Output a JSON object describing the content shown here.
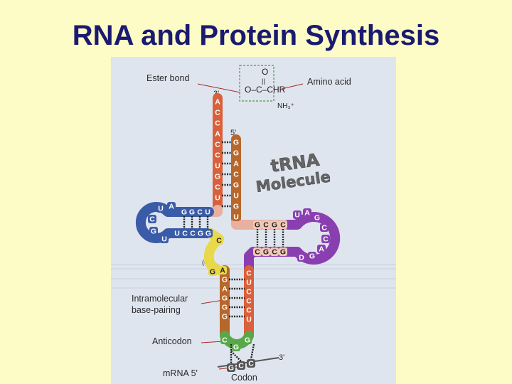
{
  "title": "RNA and Protein Synthesis",
  "figure": {
    "logo_line1": "tRNA",
    "logo_line2": "Molecule",
    "labels": {
      "ester_bond": "Ester bond",
      "amino_acid": "Amino acid",
      "intramolecular": "Intramolecular",
      "base_pairing": "base-pairing",
      "anticodon": "Anticodon",
      "mrna": "mRNA 5'",
      "codon": "Codon",
      "three_prime_top": "3'",
      "five_prime_top": "5'",
      "three_prime_mrna": "3'",
      "g_paren": "(G)"
    },
    "chemistry": {
      "carbonyl_o": "O",
      "double_bond": "||",
      "ester_chain": "O–C–CHR",
      "amine": "NH₃⁺"
    },
    "acceptor_3prime_strand": [
      "A",
      "C",
      "C",
      "A",
      "C",
      "C",
      "U",
      "G",
      "C",
      "U"
    ],
    "acceptor_5prime_strand": [
      "G",
      "G",
      "A",
      "C",
      "G",
      "U",
      "G",
      "U"
    ],
    "d_arm_top": [
      "U",
      "C",
      "G",
      "G"
    ],
    "d_arm_bottom": [
      "G",
      "G",
      "C",
      "C",
      "U"
    ],
    "d_loop": [
      "A",
      "U",
      "C",
      "G",
      "U"
    ],
    "t_arm_top": [
      "G",
      "C",
      "G",
      "C"
    ],
    "t_arm_bottom": [
      "C",
      "G",
      "C",
      "G"
    ],
    "t_loop": [
      "U",
      "A",
      "G",
      "C",
      "C",
      "A",
      "G",
      "D"
    ],
    "variable": [
      "C",
      "G",
      "A"
    ],
    "anticodon_stem_left": [
      "G",
      "A",
      "G",
      "G",
      "G"
    ],
    "anticodon_stem_right": [
      "C",
      "U",
      "C",
      "C",
      "C",
      "U"
    ],
    "anticodon_loop": [
      "C",
      "G",
      "G"
    ],
    "codon_bases": [
      "G",
      "C",
      "C"
    ]
  }
}
